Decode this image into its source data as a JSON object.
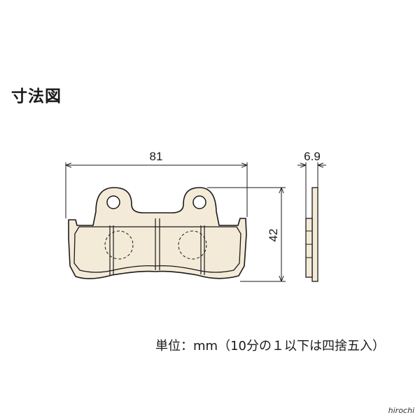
{
  "page": {
    "title": "寸法図",
    "unit_note": "単位：mm（10分の１以下は四捨五入）",
    "credit": "hirochi"
  },
  "dimensions": {
    "width": "81",
    "height": "42",
    "thickness": "6.9"
  },
  "colors": {
    "pad_fill": "#f4ead8",
    "line": "#1a1a1a"
  }
}
